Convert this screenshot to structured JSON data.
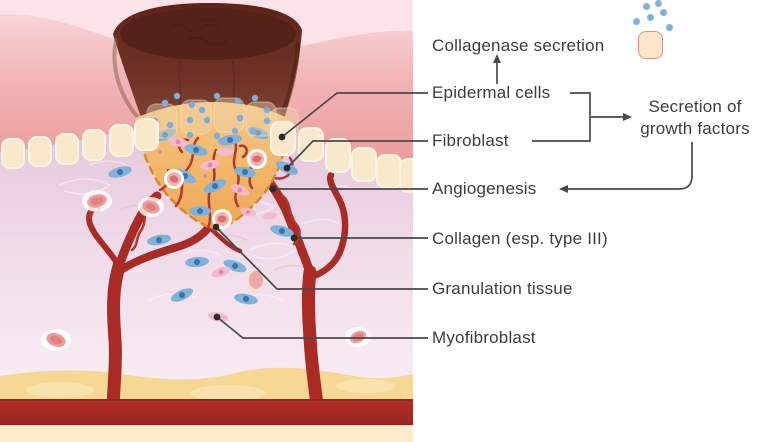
{
  "figure": {
    "type": "medical-illustration",
    "subject": "Skin wound healing cross-section (proliferative phase) with scab, granulation tissue and sprouting blood vessels",
    "labels": {
      "collagenase": "Collagenase secretion",
      "epidermal": "Epidermal cells",
      "fibroblast": "Fibroblast",
      "angiogenesis": "Angiogenesis",
      "collagen": "Collagen (esp. type III)",
      "granulation": "Granulation tissue",
      "myofibroblast": "Myofibroblast",
      "secretion_line1": "Secretion of",
      "secretion_line2": "growth factors"
    },
    "relationships": [
      "Epidermal cells -> Collagenase secretion",
      "Epidermal cells + Fibroblast -> Secretion of growth factors",
      "Secretion of growth factors -> Angiogenesis"
    ],
    "icons": [
      "secreting-epidermal-cell",
      "collagenase-dots"
    ]
  },
  "colors": {
    "background_right": "#ffffff",
    "skin_top": "#fbe3e8",
    "epidermis_pink": "#ec9d9c",
    "dermis_lavender": "#e6c8db",
    "fat_yellow": "#f6d794",
    "deep_vessel_red": "#a9271f",
    "vessel_red": "#a92b26",
    "scab_brown": "#6f3227",
    "granulation_orange": "#f2b166",
    "granulation_dash": "#d28a2e",
    "epidermal_cell_cream": "#f9e9cc",
    "fibroblast_blue": "#7fb2da",
    "myofibroblast_pink": "#f3b9cf",
    "collagenase_dot_blue": "#79aede",
    "annotation_line": "#4a4a4a",
    "label_text": "#3c3c3c"
  }
}
